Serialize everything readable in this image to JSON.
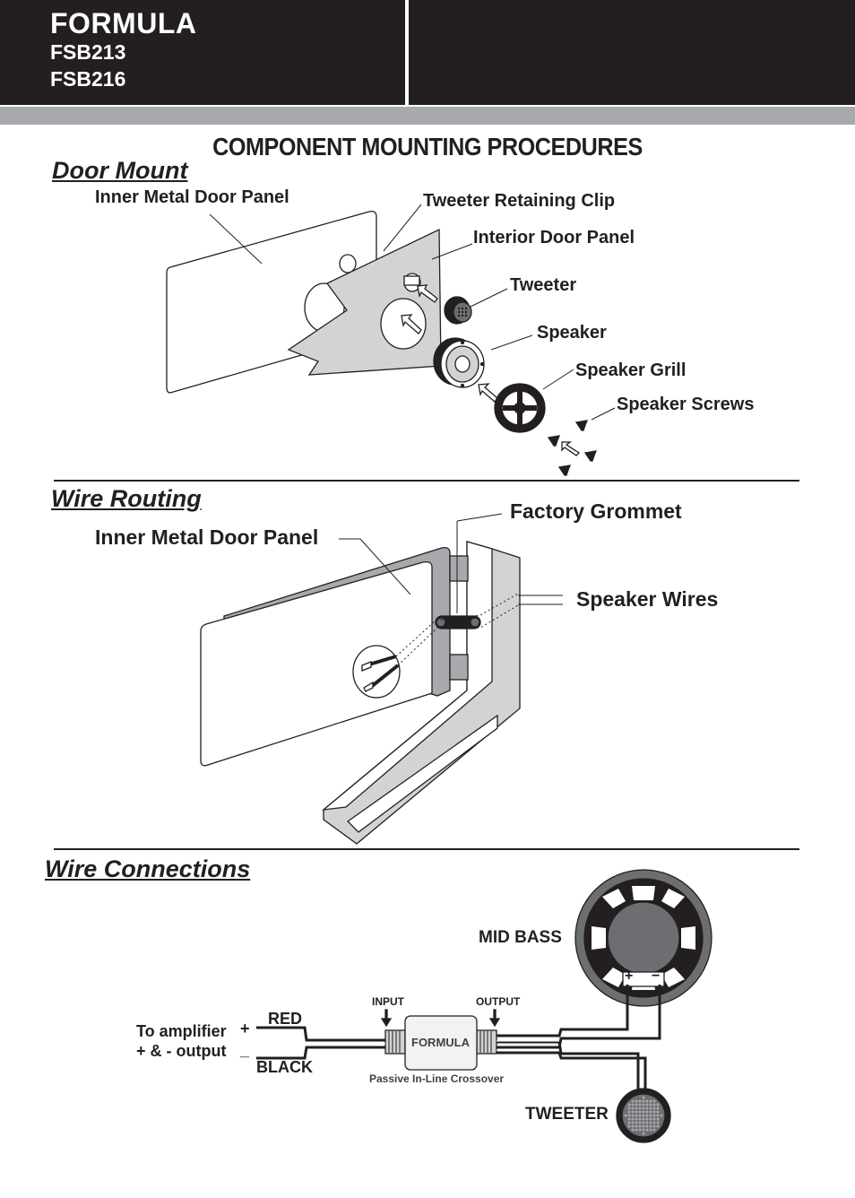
{
  "header": {
    "brand": "FORMULA",
    "model_1": "FSB213",
    "model_2": "FSB216"
  },
  "title": "COMPONENT MOUNTING PROCEDURES",
  "door_mount": {
    "title": "Door Mount",
    "labels": {
      "inner_metal_door_panel": "Inner Metal Door Panel",
      "tweeter_retaining_clip": "Tweeter Retaining Clip",
      "interior_door_panel": "Interior Door Panel",
      "tweeter": "Tweeter",
      "speaker": "Speaker",
      "speaker_grill": "Speaker Grill",
      "speaker_screws": "Speaker Screws"
    }
  },
  "wire_routing": {
    "title": "Wire Routing",
    "labels": {
      "inner_metal_door_panel": "Inner Metal Door Panel",
      "factory_grommet": "Factory Grommet",
      "speaker_wires": "Speaker Wires"
    }
  },
  "wire_connections": {
    "title": "Wire Connections",
    "labels": {
      "mid_bass": "MID BASS",
      "tweeter": "TWEETER",
      "to_amplifier_line1": "To amplifier",
      "to_amplifier_line2": "+ & - output",
      "plus": "+",
      "minus": "_",
      "red": "RED",
      "black": "BLACK",
      "input": "INPUT",
      "output": "OUTPUT",
      "crossover_brand": "FORMULA",
      "crossover_caption": "Passive In-Line Crossover",
      "terminal_plus": "+",
      "terminal_minus": "−"
    }
  },
  "colors": {
    "header_bg": "#231f20",
    "band_grey": "#a7a9ac",
    "panel_grey": "#d1d3d4",
    "speaker_grey": "#6d6e71"
  }
}
